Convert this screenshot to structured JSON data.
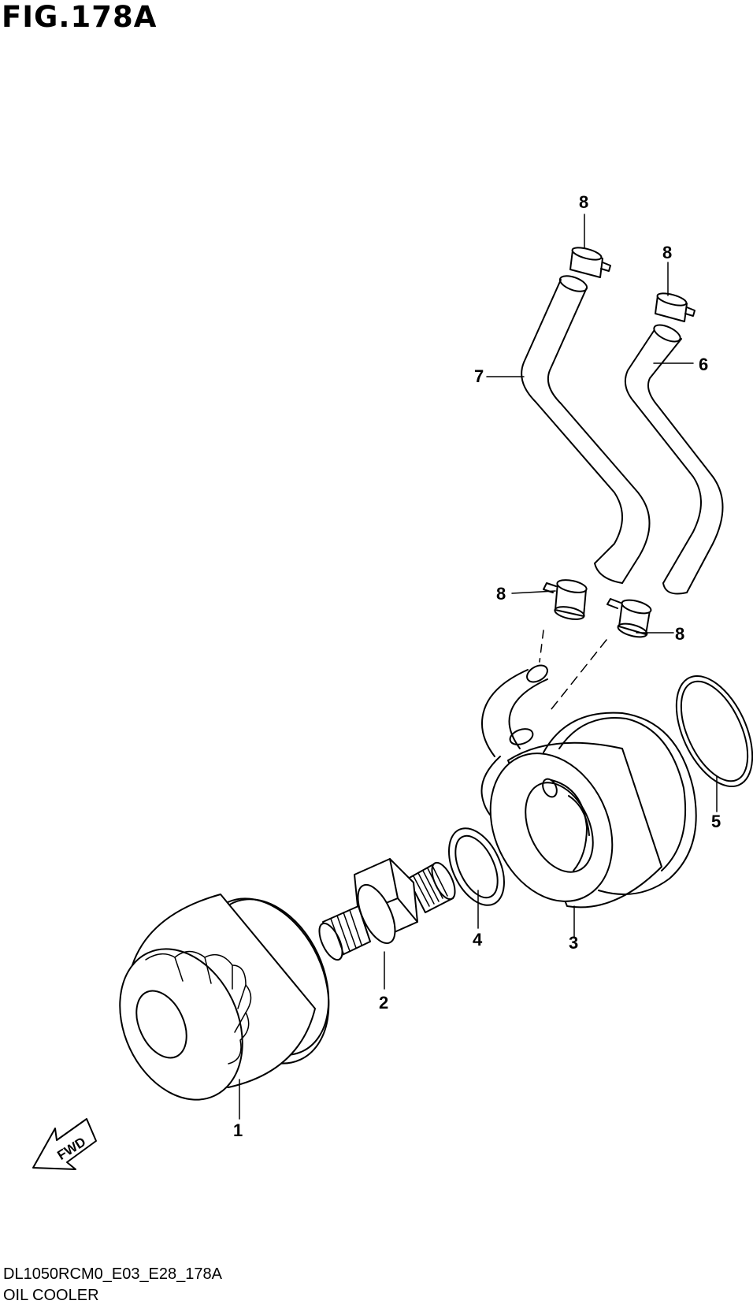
{
  "figure": {
    "title": "FIG.178A"
  },
  "footer": {
    "code": "DL1050RCM0_E03_E28_178A",
    "name": "OIL COOLER"
  },
  "fwd_label": "FWD",
  "callouts": [
    {
      "id": "1",
      "part": "oil-filter"
    },
    {
      "id": "2",
      "part": "union-bolt"
    },
    {
      "id": "3",
      "part": "oil-cooler"
    },
    {
      "id": "4",
      "part": "o-ring-small"
    },
    {
      "id": "5",
      "part": "o-ring-large"
    },
    {
      "id": "6",
      "part": "hose-right"
    },
    {
      "id": "7",
      "part": "hose-left"
    },
    {
      "id": "8",
      "part": "clamp-top-left"
    },
    {
      "id": "8",
      "part": "clamp-top-right"
    },
    {
      "id": "8",
      "part": "clamp-mid-left"
    },
    {
      "id": "8",
      "part": "clamp-mid-right"
    }
  ]
}
